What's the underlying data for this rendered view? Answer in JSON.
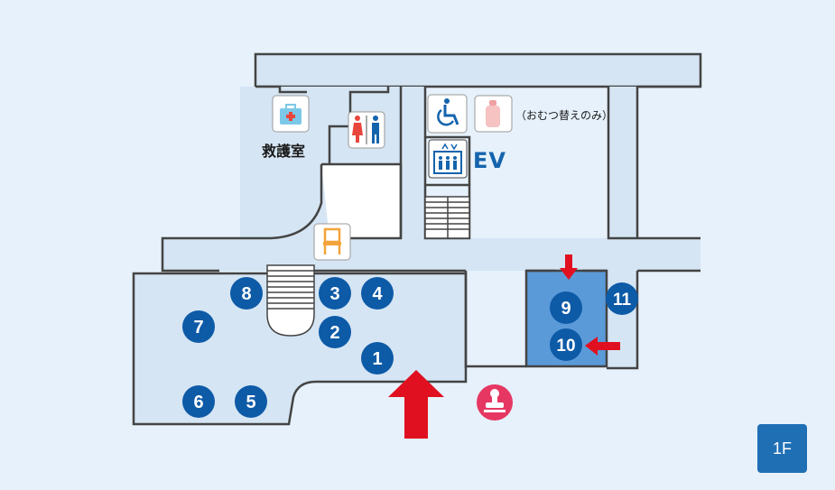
{
  "colors": {
    "background": "#e6f1fb",
    "floor_fill": "#d5e5f4",
    "wall": "#444444",
    "marker": "#0d5aa7",
    "highlight_room": "#5b9ad8",
    "arrow": "#e01020",
    "stamp": "#e63763",
    "floor_badge": "#1f6fb5"
  },
  "labels": {
    "first_aid_room": "救護室",
    "elevator": "EV",
    "diaper_note": "（おむつ替えのみ）"
  },
  "floor": "1F",
  "markers": [
    "1",
    "2",
    "3",
    "4",
    "5",
    "6",
    "7",
    "8",
    "9",
    "10",
    "11"
  ],
  "icons": [
    "first-aid-icon",
    "restroom-icon",
    "accessible-toilet-icon",
    "baby-bottle-icon",
    "elevator-icon",
    "chair-icon",
    "stamp-icon",
    "entrance-arrow-icon"
  ]
}
